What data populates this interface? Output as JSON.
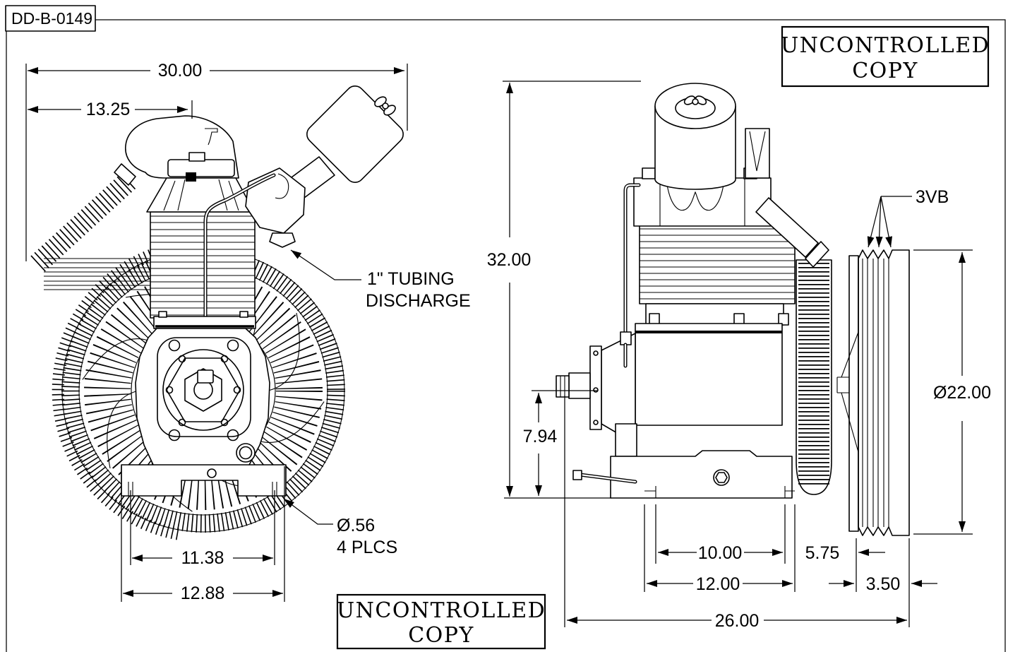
{
  "drawing_number": "DD-B-0149",
  "stamp": {
    "line1": "UNCONTROLLED",
    "line2": "COPY"
  },
  "side_view": {
    "dim_overall_width": "30.00",
    "dim_head_offset": "13.25",
    "dim_foot_hole_spacing": "11.38",
    "dim_base_width": "12.88",
    "label_discharge_line1": "1\" TUBING",
    "label_discharge_line2": "DISCHARGE",
    "label_mount_holes_line1": "Ø.56",
    "label_mount_holes_line2": "4 PLCS"
  },
  "front_view": {
    "dim_overall_height": "32.00",
    "dim_crankshaft_height": "7.94",
    "dim_mount_slot_spacing": "10.00",
    "dim_base_length": "12.00",
    "dim_pulley_clearance": "5.75",
    "dim_pulley_face_width": "3.50",
    "dim_overall_length": "26.00",
    "dim_pulley_diameter": "Ø22.00",
    "label_belt_grooves": "3VB"
  },
  "colors": {
    "line": "#000000",
    "background": "#ffffff"
  }
}
